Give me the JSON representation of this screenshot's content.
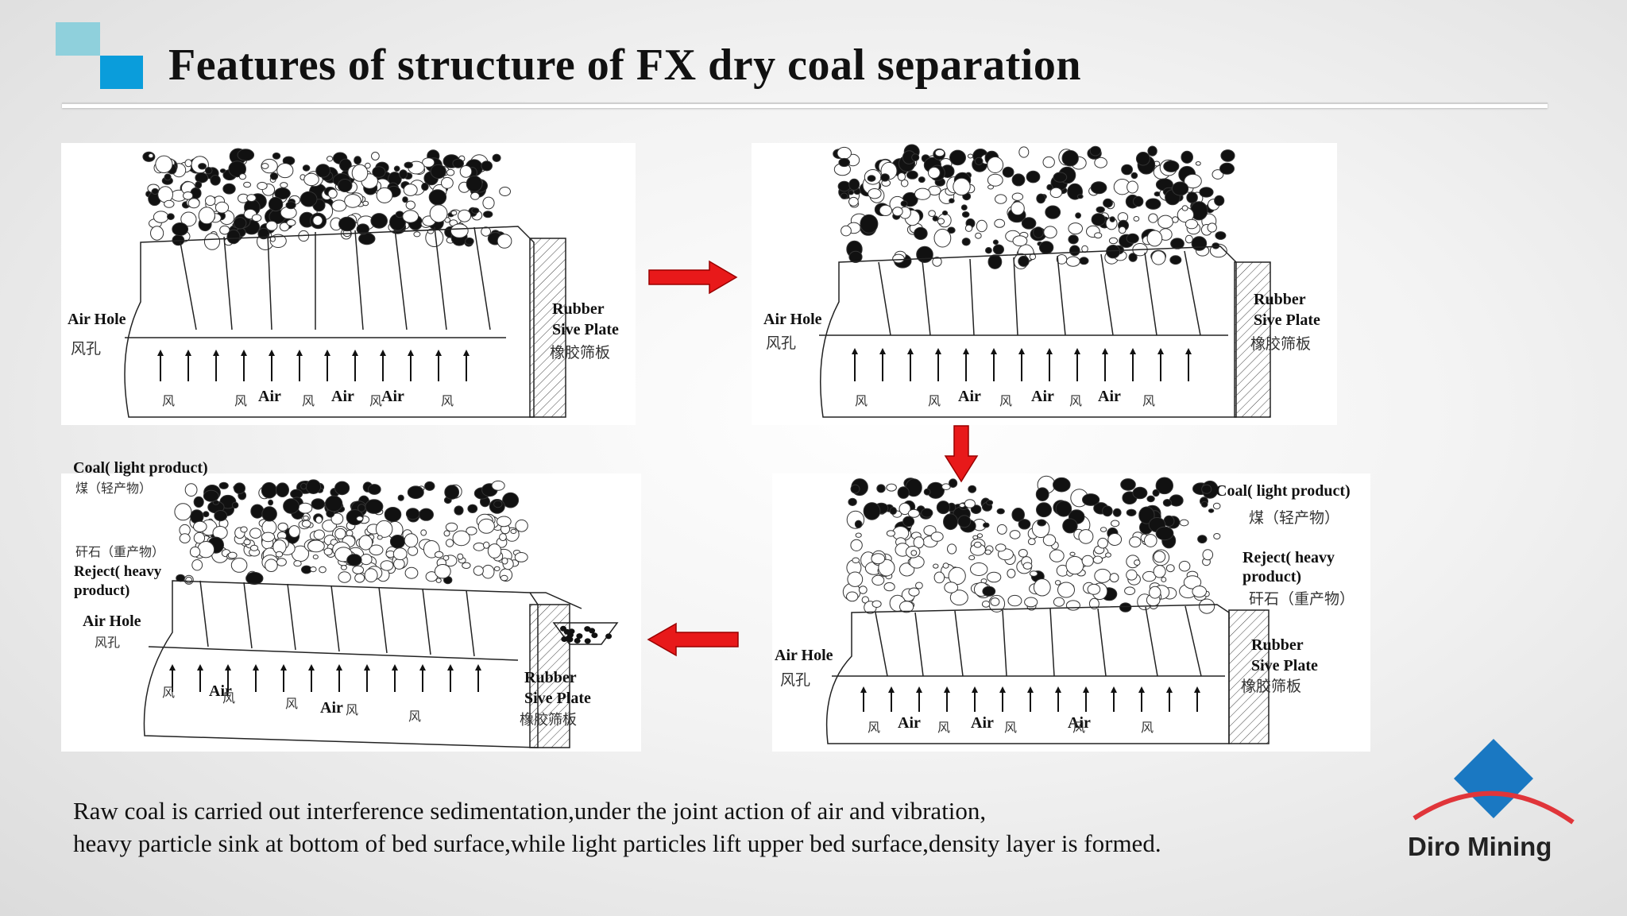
{
  "title": "Features of structure of FX dry coal separation",
  "caption": {
    "line1": "Raw coal is carried out interference sedimentation,under the joint action of air and vibration,",
    "line2": "heavy particle sink at bottom of bed surface,while light particles lift upper bed surface,density layer is formed."
  },
  "logo": {
    "text": "Diro Mining"
  },
  "labels": {
    "air_hole": "Air Hole",
    "air_hole_cn": "风孔",
    "rubber": "Rubber",
    "sive_plate": "Sive Plate",
    "rubber_cn": "橡胶筛板",
    "air": "Air",
    "wind_cn": "风",
    "coal": "Coal( light product)",
    "coal_cn": "煤（轻产物）",
    "reject1": "Reject( heavy",
    "reject2": "product)",
    "reject_cn": "矸石（重产物）",
    "reject1b": "Reject( heavy",
    "reject2b": "product)"
  },
  "colors": {
    "arrow": "#e8191a",
    "accent_dark": "#0a9ddb",
    "accent_light": "#8fd0dc",
    "logo_blue": "#1a78c2",
    "logo_red": "#e0353a"
  }
}
